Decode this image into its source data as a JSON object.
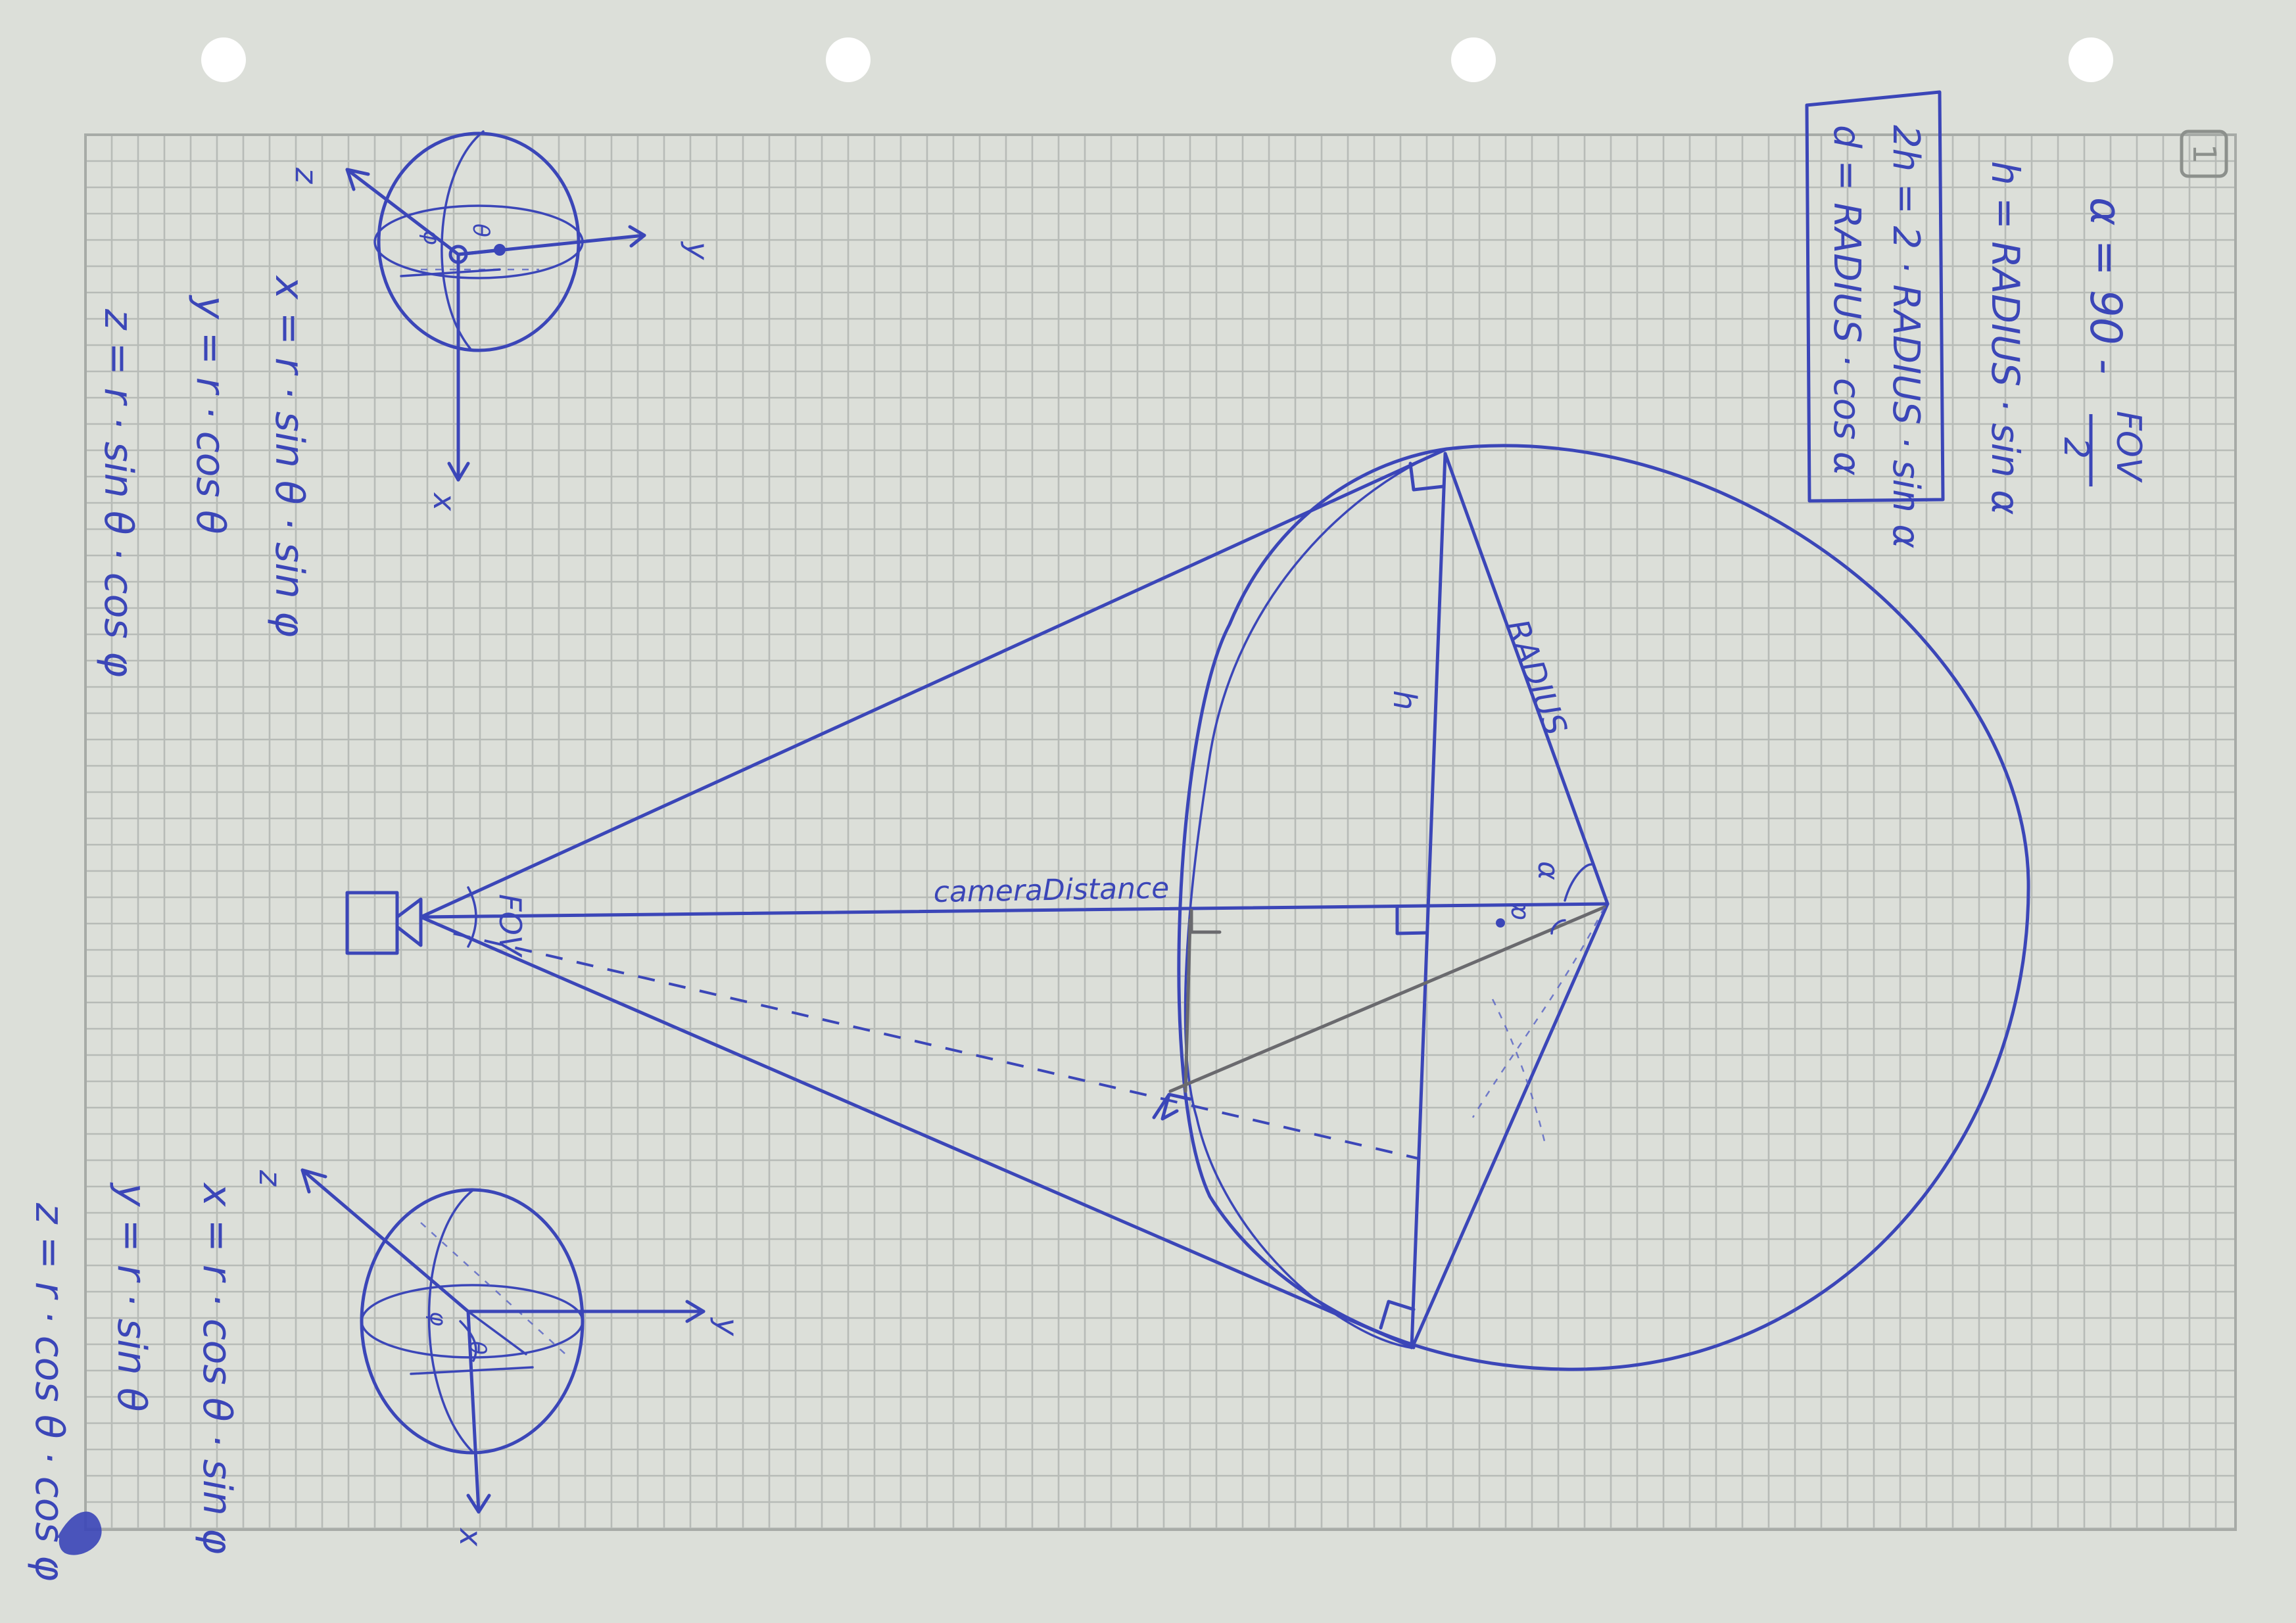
{
  "page_number": "1",
  "formulas": {
    "alpha_prefix": "α = 90 -",
    "alpha_fraction_num": "FOV",
    "alpha_fraction_den": "2",
    "h_eq": "h = RADIUS · sin α",
    "box_h2": "2h = 2 · RADIUS · sin α",
    "box_d": "d = RADIUS · cos α"
  },
  "labels": {
    "radius": "RADIUS",
    "h": "h",
    "alpha": "α",
    "alpha_small": "α",
    "fov": "FOV",
    "camera_distance": "cameraDistance"
  },
  "top_sketch": {
    "axis_z": "z",
    "axis_y": "y",
    "axis_x": "x",
    "theta": "θ",
    "phi": "φ",
    "eq_x": "x = r · sin θ · sin φ",
    "eq_y": "y = r · cos θ",
    "eq_z": "z = r · sin θ · cos φ"
  },
  "bottom_sketch": {
    "axis_z": "z",
    "axis_y": "y",
    "axis_x": "x",
    "phi": "φ",
    "theta": "θ",
    "eq_x": "x = r · cos θ · sin φ",
    "eq_y": "y = r · sin θ",
    "eq_z": "z = r · cos θ · cos φ"
  },
  "colors": {
    "paper": "#dcdfd9",
    "grid": "#b7bbb7",
    "ink": "#3b46b8",
    "pencil": "#6a6a6e"
  }
}
